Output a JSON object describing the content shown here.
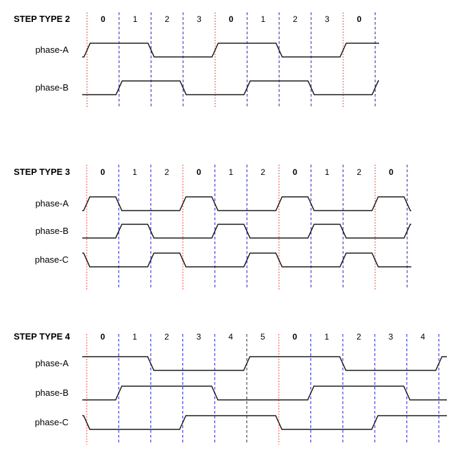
{
  "diagram": {
    "colors": {
      "red_line": "#f08a8a",
      "blue_line": "#4343ce",
      "gray_line": "#4d4d4d",
      "wave": "#1a1a1a",
      "text": "#000000",
      "background": "#ffffff"
    },
    "sections": [
      {
        "title": "STEP TYPE 2",
        "columns": [
          "0",
          "1",
          "2",
          "3",
          "0",
          "1",
          "2",
          "3",
          "0"
        ],
        "line_types": [
          "red",
          "blue",
          "blue",
          "blue",
          "red",
          "blue",
          "blue",
          "blue",
          "red",
          "blue"
        ],
        "phases": [
          {
            "label": "phase-A",
            "pre": 0,
            "levels": [
              1,
              1,
              0,
              0,
              1,
              1,
              0,
              0,
              1
            ],
            "post": 1
          },
          {
            "label": "phase-B",
            "pre": 0,
            "levels": [
              0,
              1,
              1,
              0,
              0,
              1,
              1,
              0,
              0
            ],
            "post": 1
          }
        ]
      },
      {
        "title": "STEP TYPE 3",
        "columns": [
          "0",
          "1",
          "2",
          "0",
          "1",
          "2",
          "0",
          "1",
          "2",
          "0"
        ],
        "line_types": [
          "red",
          "blue",
          "blue",
          "red",
          "blue",
          "blue",
          "red",
          "blue",
          "blue",
          "red",
          "blue"
        ],
        "phases": [
          {
            "label": "phase-A",
            "pre": 0,
            "levels": [
              1,
              0,
              0,
              1,
              0,
              0,
              1,
              0,
              0,
              1
            ],
            "post": 0
          },
          {
            "label": "phase-B",
            "pre": 0,
            "levels": [
              0,
              1,
              0,
              0,
              1,
              0,
              0,
              1,
              0,
              0
            ],
            "post": 1
          },
          {
            "label": "phase-C",
            "pre": 1,
            "levels": [
              0,
              0,
              1,
              0,
              0,
              1,
              0,
              0,
              1,
              0
            ],
            "post": 0
          }
        ]
      },
      {
        "title": "STEP TYPE 4",
        "columns": [
          "0",
          "1",
          "2",
          "3",
          "4",
          "5",
          "0",
          "1",
          "2",
          "3",
          "4"
        ],
        "line_types": [
          "red",
          "blue",
          "blue",
          "blue",
          "blue",
          "gray",
          "red",
          "blue",
          "blue",
          "blue",
          "blue",
          "blue"
        ],
        "phases": [
          {
            "label": "phase-A",
            "pre": 1,
            "levels": [
              1,
              1,
              0,
              0,
              0,
              1,
              1,
              1,
              0,
              0,
              0
            ],
            "post": 1
          },
          {
            "label": "phase-B",
            "pre": 0,
            "levels": [
              0,
              1,
              1,
              1,
              0,
              0,
              0,
              1,
              1,
              1,
              0
            ],
            "post": 0
          },
          {
            "label": "phase-C",
            "pre": 1,
            "levels": [
              0,
              0,
              0,
              1,
              1,
              1,
              0,
              0,
              0,
              1,
              1
            ],
            "post": 1
          }
        ]
      }
    ]
  }
}
